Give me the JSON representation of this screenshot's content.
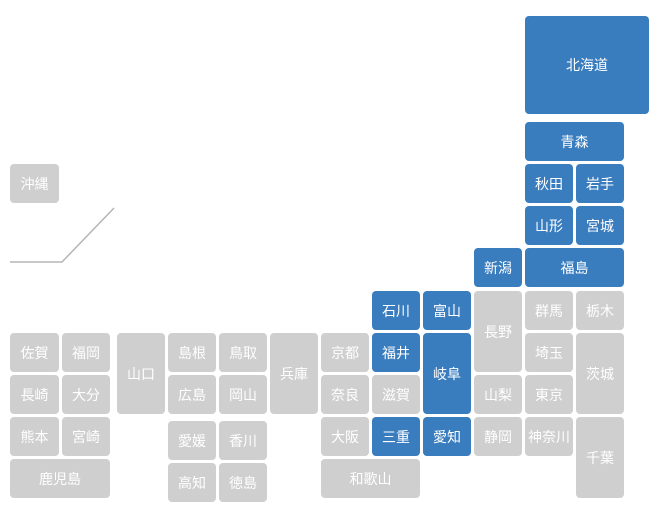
{
  "map": {
    "active_color": "#3a7dbf",
    "inactive_color": "#cfcfcf",
    "label_color": "#ffffff",
    "prefectures": [
      {
        "id": "hokkaido",
        "name": "北海道",
        "active": true
      },
      {
        "id": "aomori",
        "name": "青森",
        "active": true
      },
      {
        "id": "akita",
        "name": "秋田",
        "active": true
      },
      {
        "id": "iwate",
        "name": "岩手",
        "active": true
      },
      {
        "id": "yamagata",
        "name": "山形",
        "active": true
      },
      {
        "id": "miyagi",
        "name": "宮城",
        "active": true
      },
      {
        "id": "niigata",
        "name": "新潟",
        "active": true
      },
      {
        "id": "fukushima",
        "name": "福島",
        "active": true
      },
      {
        "id": "ishikawa",
        "name": "石川",
        "active": true
      },
      {
        "id": "toyama",
        "name": "富山",
        "active": true
      },
      {
        "id": "nagano",
        "name": "長野",
        "active": false
      },
      {
        "id": "gunma",
        "name": "群馬",
        "active": false
      },
      {
        "id": "tochigi",
        "name": "栃木",
        "active": false
      },
      {
        "id": "fukui",
        "name": "福井",
        "active": true
      },
      {
        "id": "gifu",
        "name": "岐阜",
        "active": true
      },
      {
        "id": "saitama",
        "name": "埼玉",
        "active": false
      },
      {
        "id": "ibaraki",
        "name": "茨城",
        "active": false
      },
      {
        "id": "shiga",
        "name": "滋賀",
        "active": false
      },
      {
        "id": "yamanashi",
        "name": "山梨",
        "active": false
      },
      {
        "id": "tokyo",
        "name": "東京",
        "active": false
      },
      {
        "id": "mie",
        "name": "三重",
        "active": true
      },
      {
        "id": "aichi",
        "name": "愛知",
        "active": true
      },
      {
        "id": "shizuoka",
        "name": "静岡",
        "active": false
      },
      {
        "id": "kanagawa",
        "name": "神奈川",
        "active": false
      },
      {
        "id": "chiba",
        "name": "千葉",
        "active": false
      },
      {
        "id": "kyoto",
        "name": "京都",
        "active": false
      },
      {
        "id": "nara",
        "name": "奈良",
        "active": false
      },
      {
        "id": "osaka",
        "name": "大阪",
        "active": false
      },
      {
        "id": "wakayama",
        "name": "和歌山",
        "active": false
      },
      {
        "id": "hyogo",
        "name": "兵庫",
        "active": false
      },
      {
        "id": "shimane",
        "name": "島根",
        "active": false
      },
      {
        "id": "tottori",
        "name": "鳥取",
        "active": false
      },
      {
        "id": "hiroshima",
        "name": "広島",
        "active": false
      },
      {
        "id": "okayama",
        "name": "岡山",
        "active": false
      },
      {
        "id": "yamaguchi",
        "name": "山口",
        "active": false
      },
      {
        "id": "ehime",
        "name": "愛媛",
        "active": false
      },
      {
        "id": "kagawa",
        "name": "香川",
        "active": false
      },
      {
        "id": "kochi",
        "name": "高知",
        "active": false
      },
      {
        "id": "tokushima",
        "name": "徳島",
        "active": false
      },
      {
        "id": "saga",
        "name": "佐賀",
        "active": false
      },
      {
        "id": "fukuoka",
        "name": "福岡",
        "active": false
      },
      {
        "id": "nagasaki",
        "name": "長崎",
        "active": false
      },
      {
        "id": "oita",
        "name": "大分",
        "active": false
      },
      {
        "id": "kumamoto",
        "name": "熊本",
        "active": false
      },
      {
        "id": "miyazaki",
        "name": "宮崎",
        "active": false
      },
      {
        "id": "kagoshima",
        "name": "鹿児島",
        "active": false
      },
      {
        "id": "okinawa",
        "name": "沖縄",
        "active": false
      }
    ]
  }
}
